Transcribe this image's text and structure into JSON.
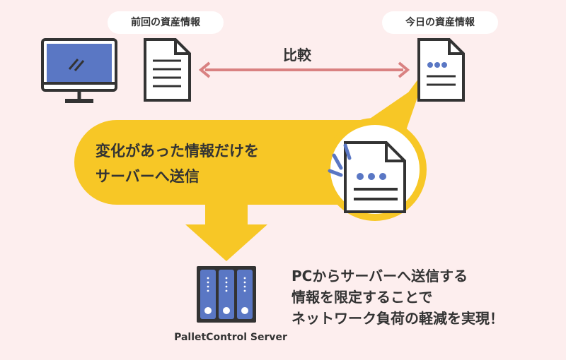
{
  "labels": {
    "previous": "前回の資産情報",
    "today": "今日の資産情報",
    "compare": "比較",
    "callout_line1": "変化があった情報だけを",
    "callout_line2": "サーバーへ送信",
    "desc_line1": "PCからサーバーへ送信する",
    "desc_line2": "情報を限定することで",
    "desc_line3": "ネットワーク負荷の軽減を実現！",
    "server": "PalletControl Server"
  },
  "colors": {
    "background": "#fdeeee",
    "callout": "#f7c726",
    "arrow": "#d98181",
    "accent_blue": "#5a77c4",
    "dark": "#333333"
  }
}
